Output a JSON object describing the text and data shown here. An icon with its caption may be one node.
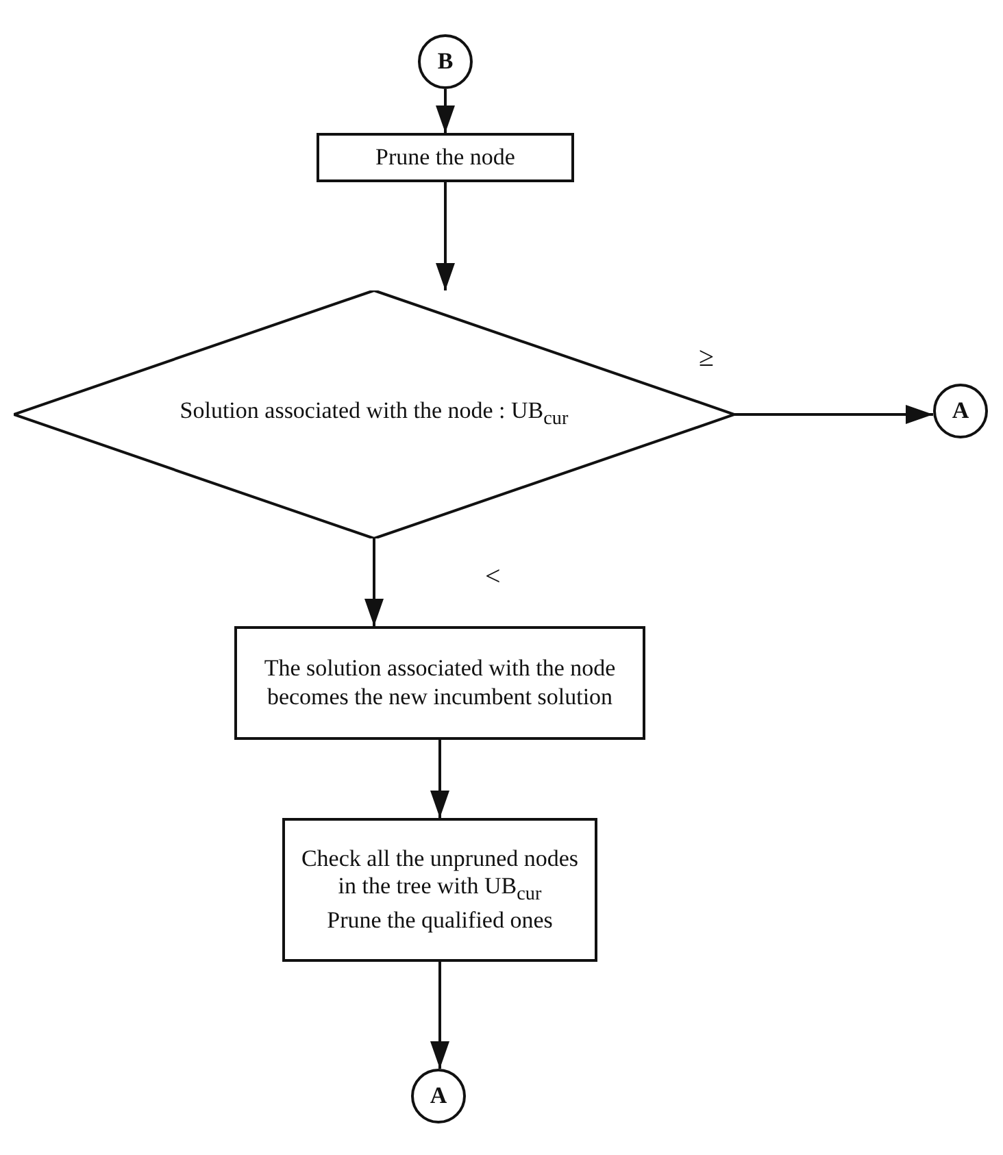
{
  "diagram": {
    "nodes": [
      {
        "text": [
          "B"
        ]
      },
      {
        "text": [
          "Prune the node"
        ]
      },
      {
        "text": [
          "Solution associated with the node : UB$_{cur}$"
        ]
      },
      {
        "text": [
          "A"
        ]
      },
      {
        "text": [
          "The solution associated with the node becomes the new incumbent solution"
        ]
      },
      {
        "text": [
          "Check all the unpruned nodes in the tree with UB$_{cur}$",
          "Prune the qualified ones"
        ]
      },
      {
        "text": [
          "A"
        ]
      }
    ],
    "edges": [
      {
        "from": 0,
        "to": 1,
        "arrow": "to"
      },
      {
        "from": 1,
        "to": 2,
        "arrow": "to"
      },
      {
        "from": 2,
        "to": 3,
        "arrow": "to",
        "label": "≥"
      },
      {
        "from": 2,
        "to": 4,
        "arrow": "to",
        "label": "<"
      },
      {
        "from": 4,
        "to": 5,
        "arrow": "to"
      },
      {
        "from": 5,
        "to": 6,
        "arrow": "to"
      }
    ]
  }
}
